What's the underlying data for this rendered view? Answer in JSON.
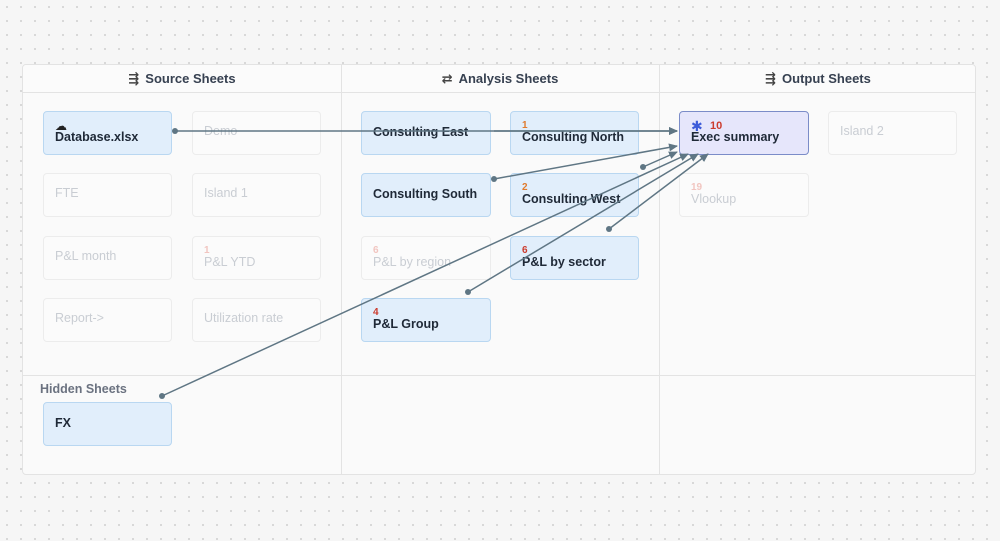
{
  "columns": [
    {
      "title": "Source Sheets",
      "icon": "⇶"
    },
    {
      "title": "Analysis Sheets",
      "icon": "⇄"
    },
    {
      "title": "Output Sheets",
      "icon": "⇶"
    }
  ],
  "hidden_section_label": "Hidden Sheets",
  "source": {
    "database": {
      "label": "Database.xlsx",
      "icon": "cloud-icon"
    },
    "demo": {
      "label": "Demo"
    },
    "fte": {
      "label": "FTE"
    },
    "island1": {
      "label": "Island 1"
    },
    "pl_month": {
      "label": "P&L month"
    },
    "pl_ytd": {
      "label": "P&L YTD",
      "badge": "1"
    },
    "report": {
      "label": "Report->"
    },
    "utilization": {
      "label": "Utilization rate"
    },
    "fx": {
      "label": "FX"
    }
  },
  "analysis": {
    "consulting_east": {
      "label": "Consulting East"
    },
    "consulting_north": {
      "label": "Consulting North",
      "badge": "1"
    },
    "consulting_south": {
      "label": "Consulting South"
    },
    "consulting_west": {
      "label": "Consulting West",
      "badge": "2"
    },
    "pl_by_region": {
      "label": "P&L by region",
      "badge": "6"
    },
    "pl_by_sector": {
      "label": "P&L by sector",
      "badge": "6"
    },
    "pl_group": {
      "label": "P&L Group",
      "badge": "4"
    }
  },
  "output": {
    "exec_summary": {
      "label": "Exec summary",
      "badge": "10",
      "icon": "asterisk-icon"
    },
    "island2": {
      "label": "Island 2"
    },
    "vlookup": {
      "label": "Vlookup",
      "badge": "19"
    }
  },
  "colors": {
    "arrow": "#5f7684",
    "card_active": "#e1eefb",
    "card_exec": "#e6e6fb",
    "badge_orange": "#e07b2e",
    "badge_red": "#cc3b2d"
  }
}
